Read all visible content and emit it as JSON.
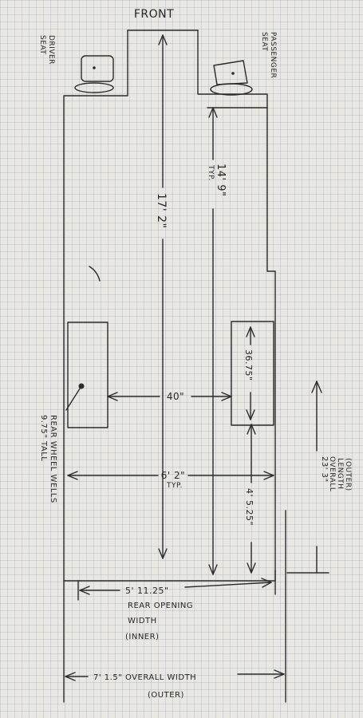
{
  "front_label": "FRONT",
  "driver_seat": {
    "line1": "DRIVER",
    "line2": "SEAT"
  },
  "passenger_seat": {
    "line1": "PASSENGER",
    "line2": "SEAT"
  },
  "dim_front_to_well": {
    "value": "14' 9\"",
    "note": "TYP."
  },
  "dim_total_length": {
    "value": "17' 2\""
  },
  "dim_well_length": {
    "value": "36.75\""
  },
  "dim_between_wells": {
    "value": "40\""
  },
  "dim_wheelwell_width": {
    "value": "6' 2\"",
    "note": "TYP."
  },
  "dim_well_to_rear": {
    "value": "4' 5.25\""
  },
  "dim_overall_length": {
    "line1": "23' 3\"",
    "line2": "OVERALL",
    "line3": "LENGTH",
    "line4": "(OUTER)"
  },
  "rear_wheel_wells": {
    "line1": "REAR WHEEL WELLS",
    "line2": "9.75\" TALL"
  },
  "rear_opening": {
    "line1": "5' 11.25\"",
    "line2": "REAR OPENING",
    "line3": "WIDTH",
    "line4": "(INNER)"
  },
  "overall_width": {
    "line1": "7' 1.5\" OVERALL WIDTH",
    "line2": "(OUTER)"
  }
}
